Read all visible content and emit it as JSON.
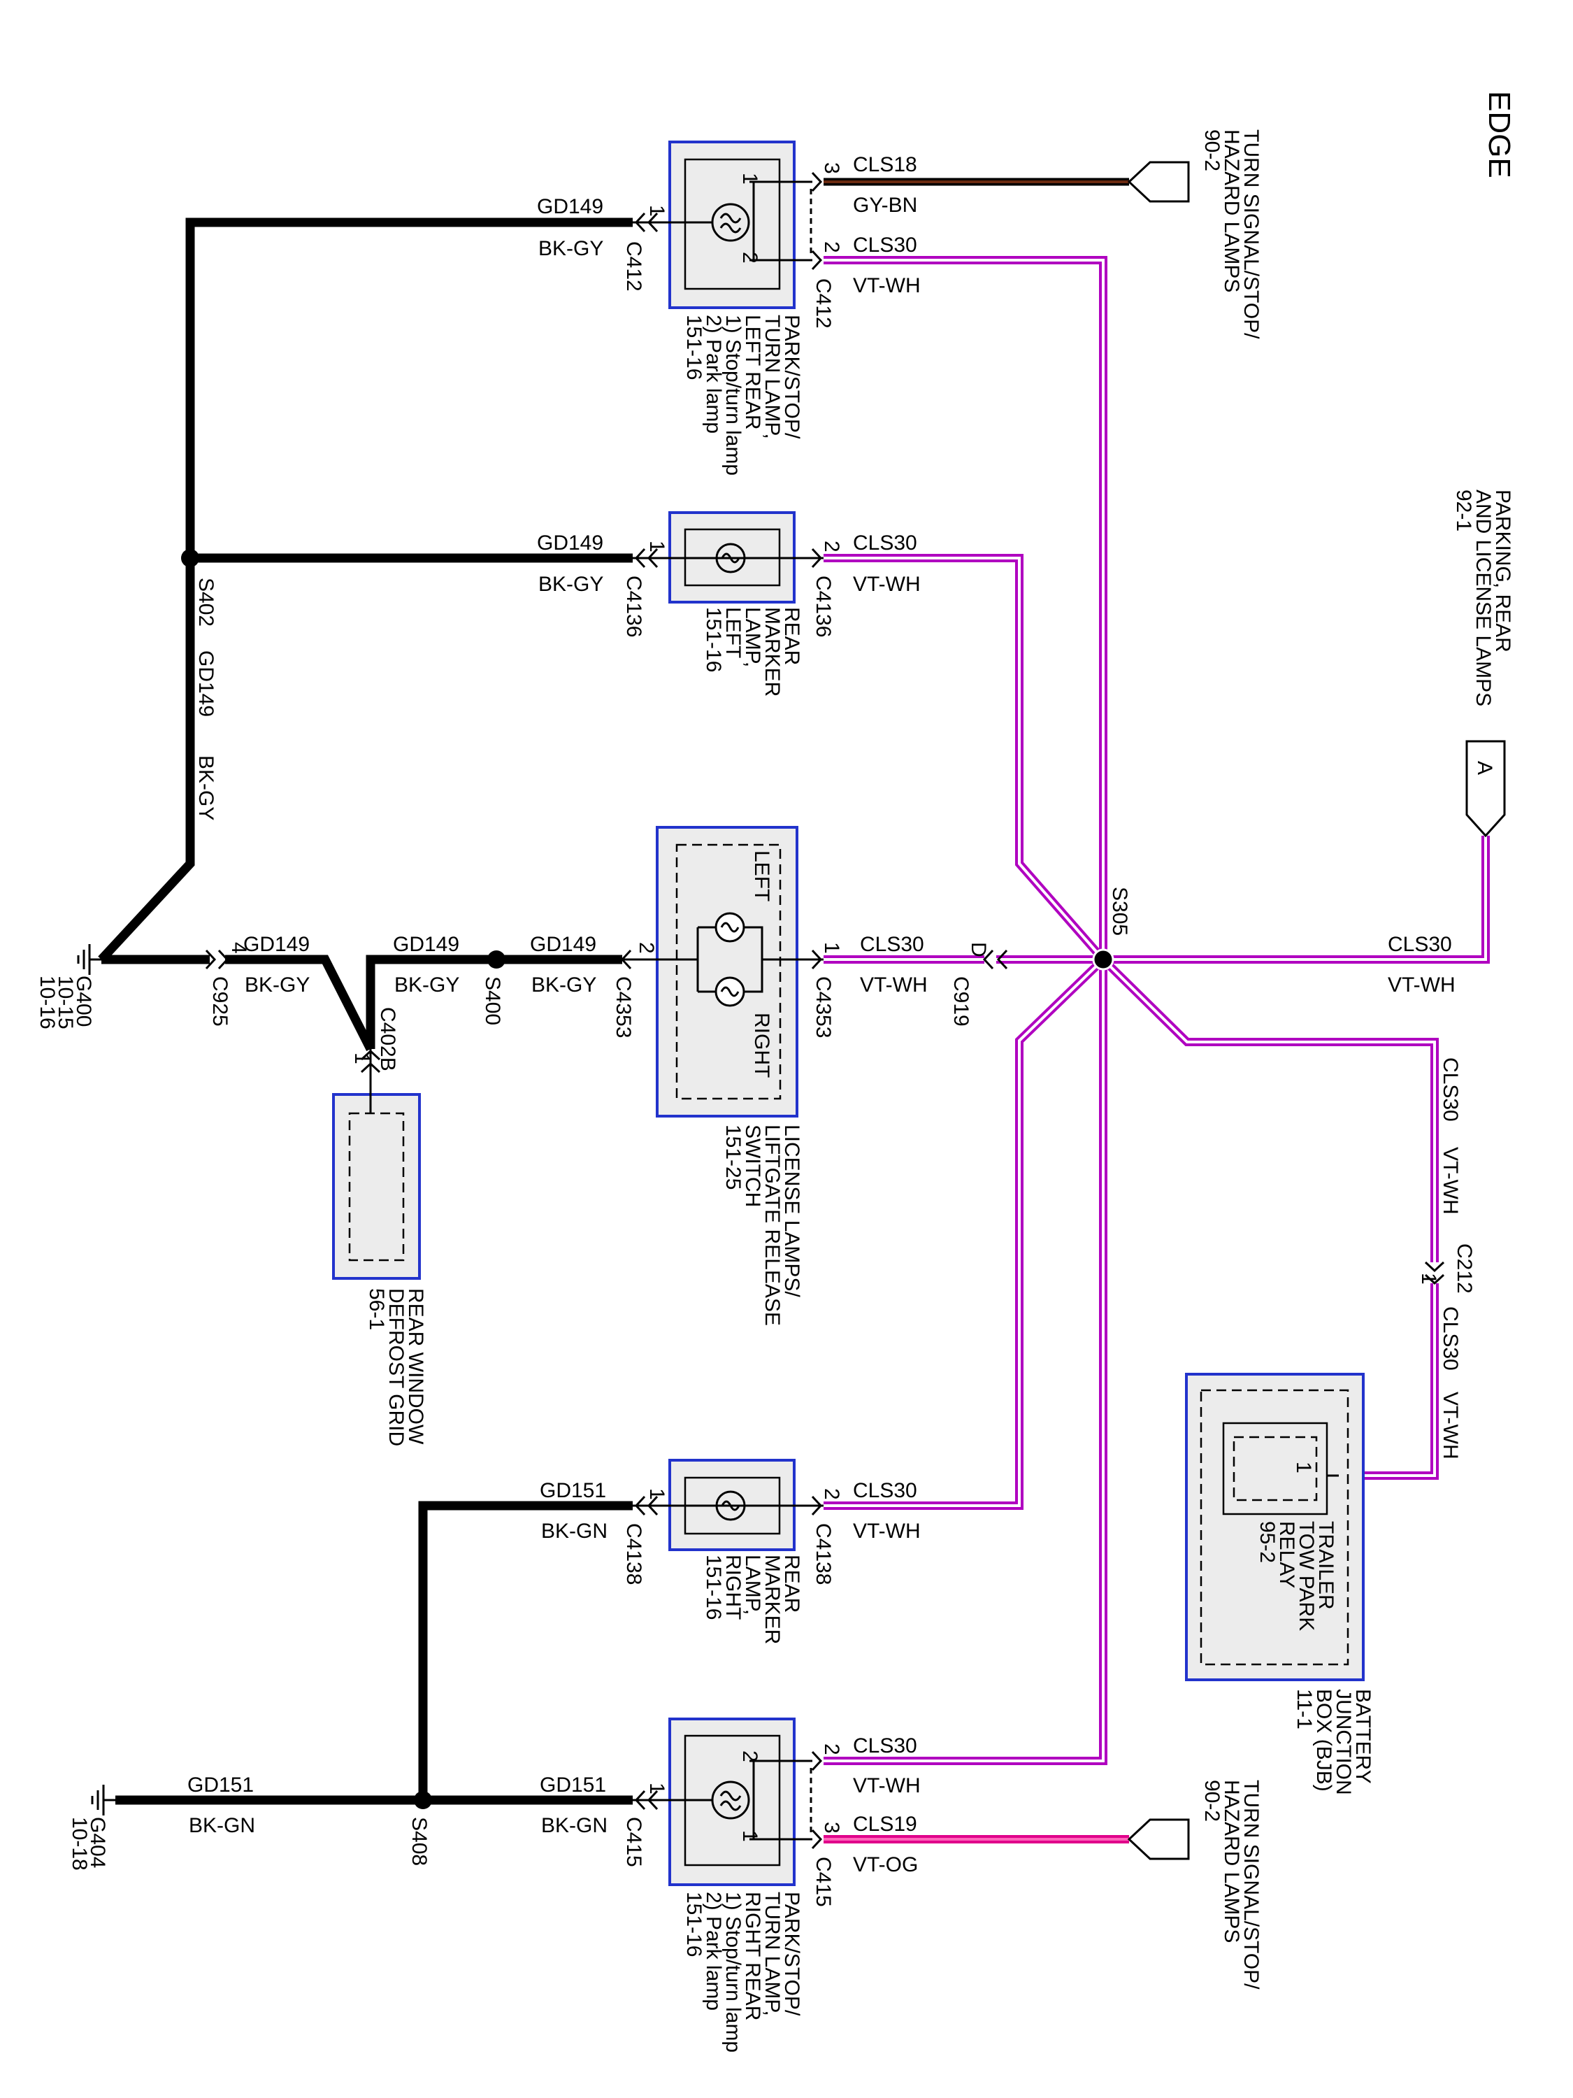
{
  "page": {
    "corner_label": "EDGE"
  },
  "wires": {
    "gd149": "GD149",
    "bkgy": "BK-GY",
    "gd151": "GD151",
    "bkgn": "BK-GN",
    "cls30": "CLS30",
    "vtwh": "VT-WH",
    "cls18": "CLS18",
    "gybn": "GY-BN",
    "cls19": "CLS19",
    "vtog": "VT-OG"
  },
  "pins": {
    "p1": "1",
    "p2": "2",
    "p3": "3",
    "p4": "4",
    "pD": "D"
  },
  "connectors": {
    "c412": "C412",
    "c4136": "C4136",
    "c4353": "C4353",
    "c4138": "C4138",
    "c415": "C415",
    "c925": "C925",
    "c402b": "C402B",
    "c919": "C919",
    "c212": "C212"
  },
  "splices": {
    "s402": "S402",
    "s400": "S400",
    "s408": "S408",
    "s305": "S305"
  },
  "grounds": {
    "g400": {
      "name": "G400",
      "ref1": "10-15",
      "ref2": "10-16"
    },
    "g404": {
      "name": "G404",
      "ref1": "10-18"
    }
  },
  "components": {
    "left_tail": {
      "l1": "PARK/STOP/",
      "l2": "TURN LAMP,",
      "l3": "LEFT REAR",
      "l4": "1) Stop/turn lamp",
      "l5": "2) Park lamp",
      "l6": "151-16"
    },
    "left_marker": {
      "l1": "REAR",
      "l2": "MARKER",
      "l3": "LAMP,",
      "l4": "LEFT",
      "l5": "151-16"
    },
    "license": {
      "l1": "LICENSE LAMPS/",
      "l2": "LIFTGATE RELEASE",
      "l3": "SWITCH",
      "l4": "151-25",
      "left": "LEFT",
      "right": "RIGHT"
    },
    "defrost": {
      "l1": "REAR WINDOW",
      "l2": "DEFROST GRID",
      "l3": "56-1"
    },
    "right_marker": {
      "l1": "REAR",
      "l2": "MARKER",
      "l3": "LAMP,",
      "l4": "RIGHT",
      "l5": "151-16"
    },
    "right_tail": {
      "l1": "PARK/STOP/",
      "l2": "TURN LAMP,",
      "l3": "RIGHT REAR",
      "l4": "1) Stop/turn lamp",
      "l5": "2) Park lamp",
      "l6": "151-16"
    },
    "relay": {
      "l1": "TRAILER",
      "l2": "TOW PARK",
      "l3": "RELAY",
      "l4": "95-2"
    },
    "bjb": {
      "l1": "BATTERY",
      "l2": "JUNCTION",
      "l3": "BOX (BJB)",
      "l4": "11-1"
    }
  },
  "refs": {
    "turn_top": {
      "l1": "TURN SIGNAL/STOP/",
      "l2": "HAZARD LAMPS",
      "l3": "90-2"
    },
    "turn_bottom": {
      "l1": "TURN SIGNAL/STOP/",
      "l2": "HAZARD LAMPS",
      "l3": "90-2"
    },
    "parking": {
      "l1": "PARKING, REAR",
      "l2": "AND LICENSE LAMPS",
      "l3": "92-1"
    },
    "connector_a": "A"
  }
}
